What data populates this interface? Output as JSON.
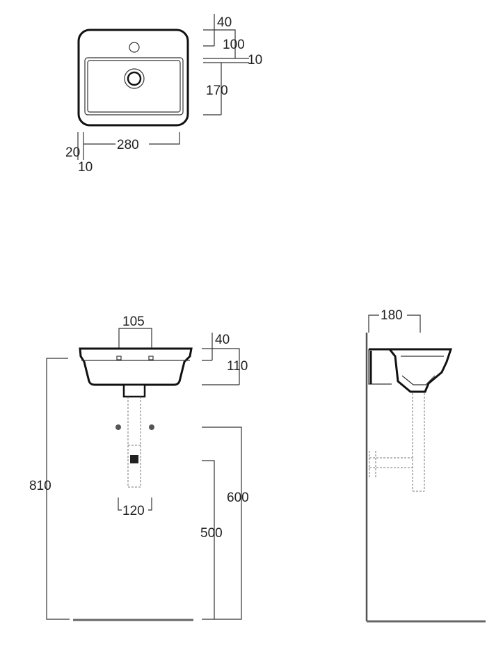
{
  "top_view": {
    "dims": {
      "d40": "40",
      "d100": "100",
      "d10_right": "10",
      "d170": "170",
      "d280": "280",
      "d20": "20",
      "d10_left": "10"
    }
  },
  "front_view": {
    "dims": {
      "d105": "105",
      "d40": "40",
      "d110": "110",
      "d810": "810",
      "d600": "600",
      "d500": "500",
      "d120": "120"
    }
  },
  "side_view": {
    "dims": {
      "d180": "180"
    }
  }
}
